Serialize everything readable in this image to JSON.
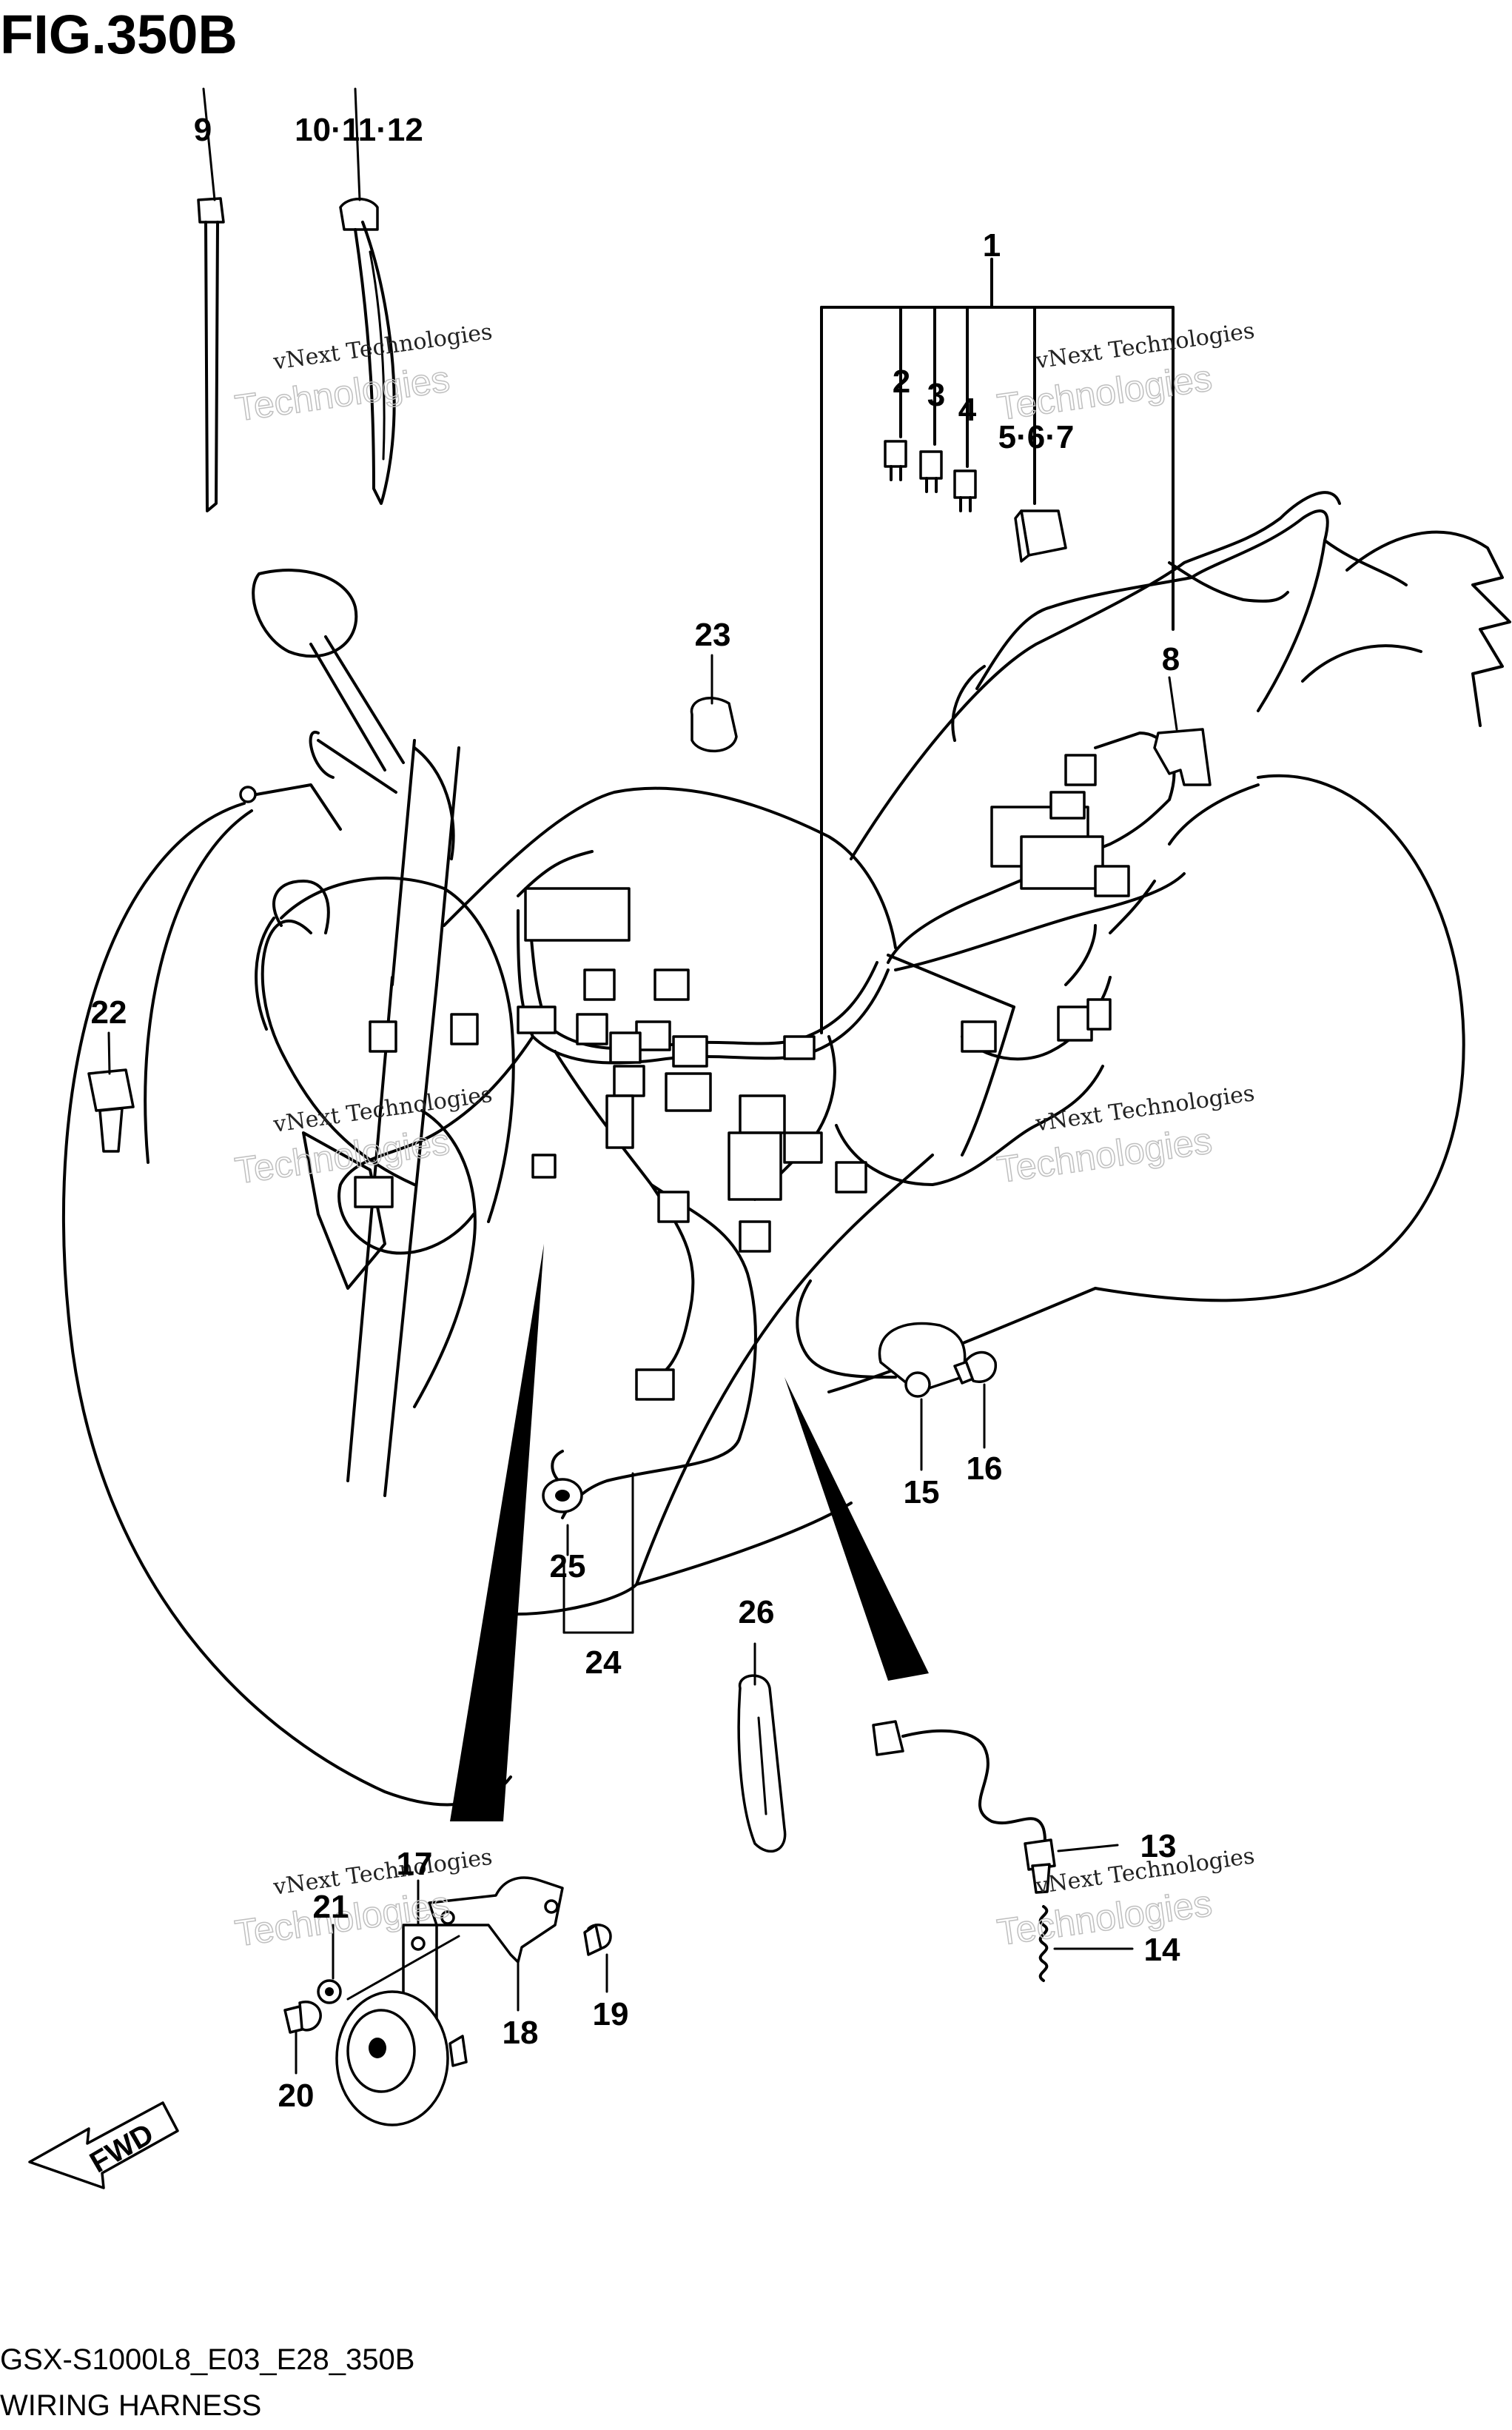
{
  "title": "FIG.350B",
  "footer": {
    "code": "GSX-S1000L8_E03_E28_350B",
    "name": "WIRING HARNESS"
  },
  "fwd_label": "FWD",
  "watermark": {
    "line1": "vNext Technologies",
    "line2": "Technologies"
  },
  "callouts": {
    "c1": "1",
    "c2": "2",
    "c3": "3",
    "c4": "4",
    "c567": "5·6·7",
    "c8": "8",
    "c9": "9",
    "c101112": "10·11·12",
    "c13": "13",
    "c14": "14",
    "c15": "15",
    "c16": "16",
    "c17": "17",
    "c18": "18",
    "c19": "19",
    "c20": "20",
    "c21": "21",
    "c22": "22",
    "c23": "23",
    "c24": "24",
    "c25": "25",
    "c26": "26"
  }
}
